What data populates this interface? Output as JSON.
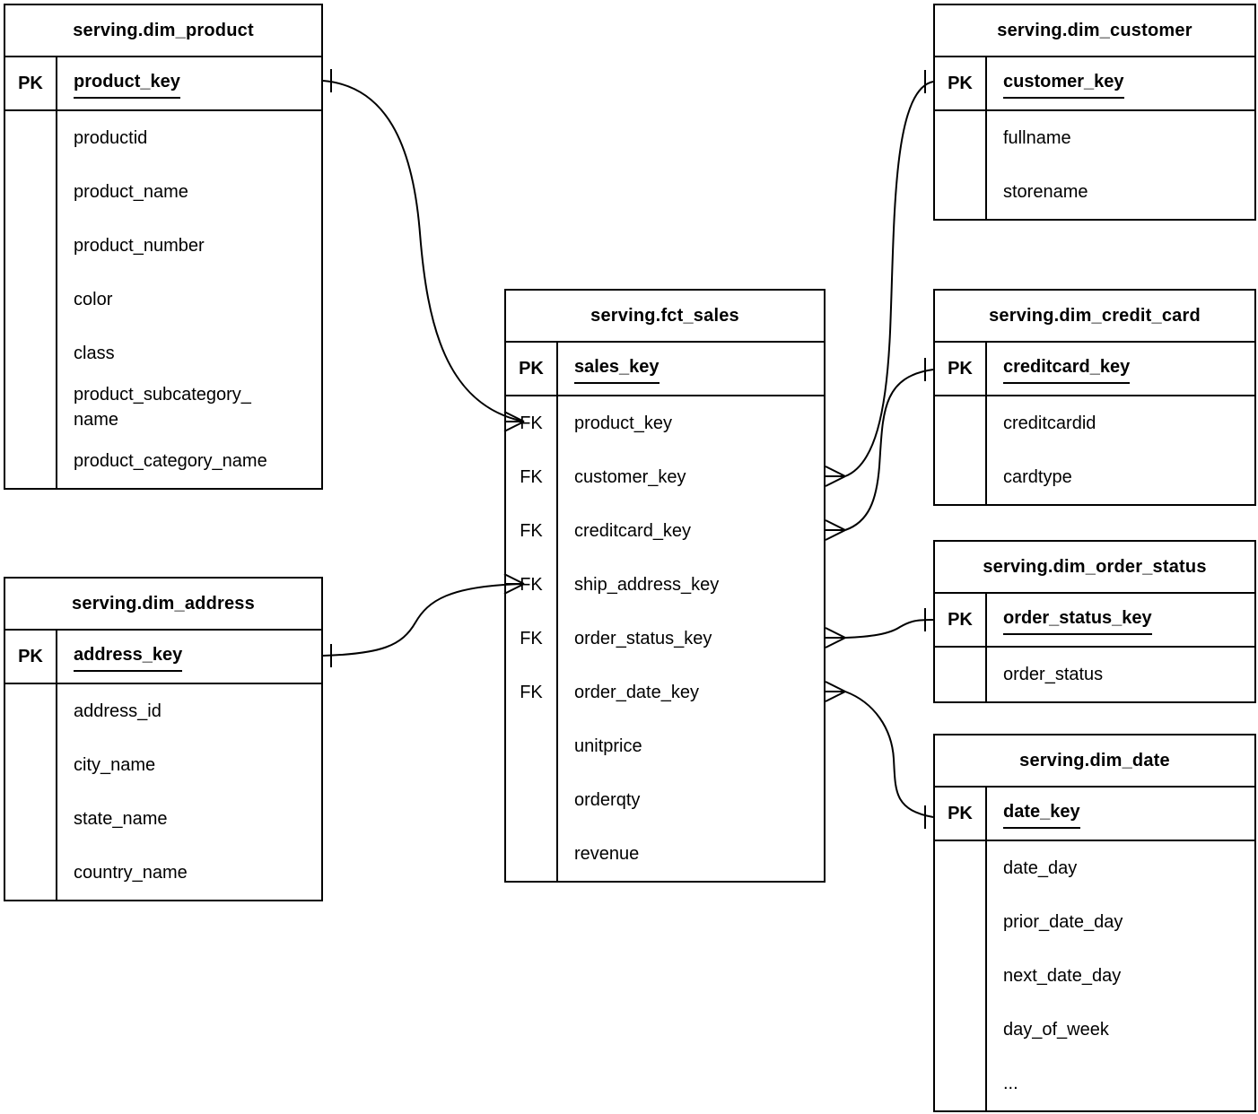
{
  "tables": [
    {
      "id": "dim_product",
      "title": "serving.dim_product",
      "pk": {
        "label": "PK",
        "field": "product_key"
      },
      "fields": [
        {
          "key": "",
          "name": "productid"
        },
        {
          "key": "",
          "name": "product_name"
        },
        {
          "key": "",
          "name": "product_number"
        },
        {
          "key": "",
          "name": "color"
        },
        {
          "key": "",
          "name": "class"
        },
        {
          "key": "",
          "name": "product_subcategory_\nname"
        },
        {
          "key": "",
          "name": "product_category_name"
        }
      ]
    },
    {
      "id": "dim_address",
      "title": "serving.dim_address",
      "pk": {
        "label": "PK",
        "field": "address_key"
      },
      "fields": [
        {
          "key": "",
          "name": "address_id"
        },
        {
          "key": "",
          "name": "city_name"
        },
        {
          "key": "",
          "name": "state_name"
        },
        {
          "key": "",
          "name": "country_name"
        }
      ]
    },
    {
      "id": "fct_sales",
      "title": "serving.fct_sales",
      "pk": {
        "label": "PK",
        "field": "sales_key"
      },
      "fields": [
        {
          "key": "FK",
          "name": "product_key"
        },
        {
          "key": "FK",
          "name": "customer_key"
        },
        {
          "key": "FK",
          "name": "creditcard_key"
        },
        {
          "key": "FK",
          "name": "ship_address_key"
        },
        {
          "key": "FK",
          "name": "order_status_key"
        },
        {
          "key": "FK",
          "name": "order_date_key"
        },
        {
          "key": "",
          "name": "unitprice"
        },
        {
          "key": "",
          "name": "orderqty"
        },
        {
          "key": "",
          "name": "revenue"
        }
      ]
    },
    {
      "id": "dim_customer",
      "title": "serving.dim_customer",
      "pk": {
        "label": "PK",
        "field": "customer_key"
      },
      "fields": [
        {
          "key": "",
          "name": "fullname"
        },
        {
          "key": "",
          "name": "storename"
        }
      ]
    },
    {
      "id": "dim_credit_card",
      "title": "serving.dim_credit_card",
      "pk": {
        "label": "PK",
        "field": "creditcard_key"
      },
      "fields": [
        {
          "key": "",
          "name": "creditcardid"
        },
        {
          "key": "",
          "name": "cardtype"
        }
      ]
    },
    {
      "id": "dim_order_status",
      "title": "serving.dim_order_status",
      "pk": {
        "label": "PK",
        "field": "order_status_key"
      },
      "fields": [
        {
          "key": "",
          "name": "order_status"
        }
      ]
    },
    {
      "id": "dim_date",
      "title": "serving.dim_date",
      "pk": {
        "label": "PK",
        "field": "date_key"
      },
      "fields": [
        {
          "key": "",
          "name": "date_day"
        },
        {
          "key": "",
          "name": "prior_date_day"
        },
        {
          "key": "",
          "name": "next_date_day"
        },
        {
          "key": "",
          "name": "day_of_week"
        },
        {
          "key": "",
          "name": "..."
        }
      ]
    }
  ],
  "relationships": [
    {
      "many_end": "serving.fct_sales.product_key",
      "one_end": "serving.dim_product.product_key",
      "many_cardinality": "many",
      "one_cardinality": "one"
    },
    {
      "many_end": "serving.fct_sales.customer_key",
      "one_end": "serving.dim_customer.customer_key",
      "many_cardinality": "many",
      "one_cardinality": "one"
    },
    {
      "many_end": "serving.fct_sales.creditcard_key",
      "one_end": "serving.dim_credit_card.creditcard_key",
      "many_cardinality": "many",
      "one_cardinality": "one"
    },
    {
      "many_end": "serving.fct_sales.ship_address_key",
      "one_end": "serving.dim_address.address_key",
      "many_cardinality": "many",
      "one_cardinality": "one"
    },
    {
      "many_end": "serving.fct_sales.order_status_key",
      "one_end": "serving.dim_order_status.order_status_key",
      "many_cardinality": "many",
      "one_cardinality": "one"
    },
    {
      "many_end": "serving.fct_sales.order_date_key",
      "one_end": "serving.dim_date.date_key",
      "many_cardinality": "many",
      "one_cardinality": "one"
    }
  ],
  "colors": {
    "line": "#000000",
    "text": "#000000",
    "background": "#ffffff"
  }
}
